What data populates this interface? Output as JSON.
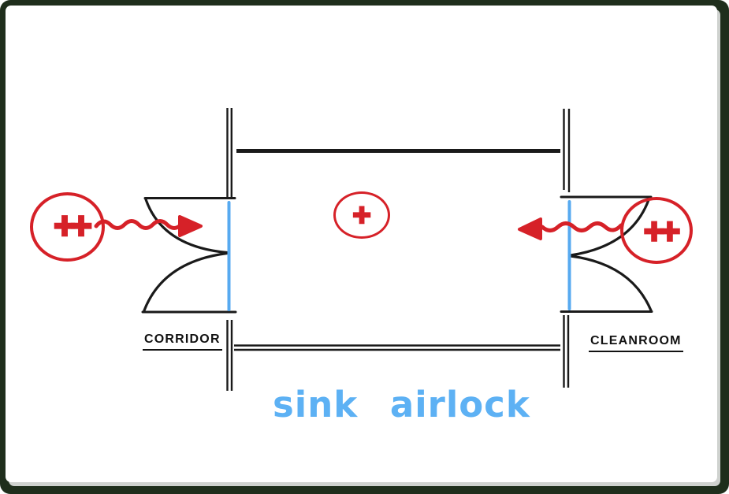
{
  "title": "sink airlock",
  "rooms": {
    "corridor": "CORRIDOR",
    "cleanroom": "CLEANROOM"
  },
  "pressure": {
    "corridor_symbol": "++",
    "airlock_symbol": "+",
    "cleanroom_symbol": "++"
  },
  "icons": {
    "corridor_pressure": "double-plus-icon",
    "airlock_pressure": "plus-icon",
    "cleanroom_pressure": "double-plus-icon",
    "left_flow": "wavy-arrow-right-icon",
    "right_flow": "wavy-arrow-left-icon",
    "left_door": "door-swing-icon",
    "right_door": "door-swing-icon"
  },
  "colors": {
    "red": "#d62128",
    "door_blue": "#57aaf0",
    "title_blue": "#5db1f4",
    "wall_black": "#1a1a1a",
    "frame_dark": "#1f2e1c",
    "panel_white": "#ffffff"
  }
}
